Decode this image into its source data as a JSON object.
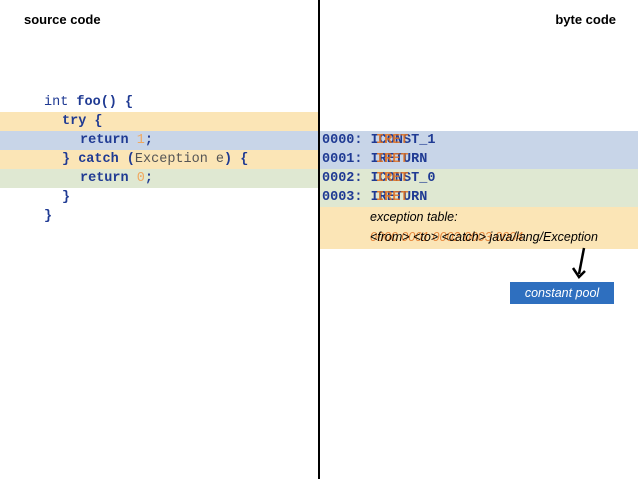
{
  "headers": {
    "left": "source code",
    "right": "byte code"
  },
  "colors": {
    "yellow_band": "#fbe5b6",
    "blue_band": "#c8d5e8",
    "green_band": "#dfe8d2",
    "constant_pool_box": "#2e6fbf",
    "keyword": "#1f3a93",
    "number": "#f0a860"
  },
  "source": {
    "line1": {
      "a": "int ",
      "b": "foo() {"
    },
    "line2": {
      "a": "try",
      "b": " {"
    },
    "line3": {
      "a": "return ",
      "b": "1",
      "c": ";"
    },
    "line4": {
      "a": "} catch (",
      "b": "Exception e",
      "c": ") {"
    },
    "line5": {
      "a": "return ",
      "b": "0",
      "c": ";"
    },
    "line6": "}",
    "line7": "}"
  },
  "bytecode": [
    {
      "addr": "0000:",
      "op": "ICONST_1",
      "ghost": "IRET"
    },
    {
      "addr": "0001:",
      "op": "IRETURN",
      "ghost": "IRET"
    },
    {
      "addr": "0002:",
      "op": "ICONST_0",
      "ghost": "IRET"
    },
    {
      "addr": "0003:",
      "op": "IRETURN",
      "ghost": "IRET"
    }
  ],
  "exception_table": {
    "title": "exception table:",
    "row": "<from> <to> <catch> java/lang/Exception",
    "ghost": "0000 0001 0002 0003 0004"
  },
  "constant_pool": "constant pool"
}
